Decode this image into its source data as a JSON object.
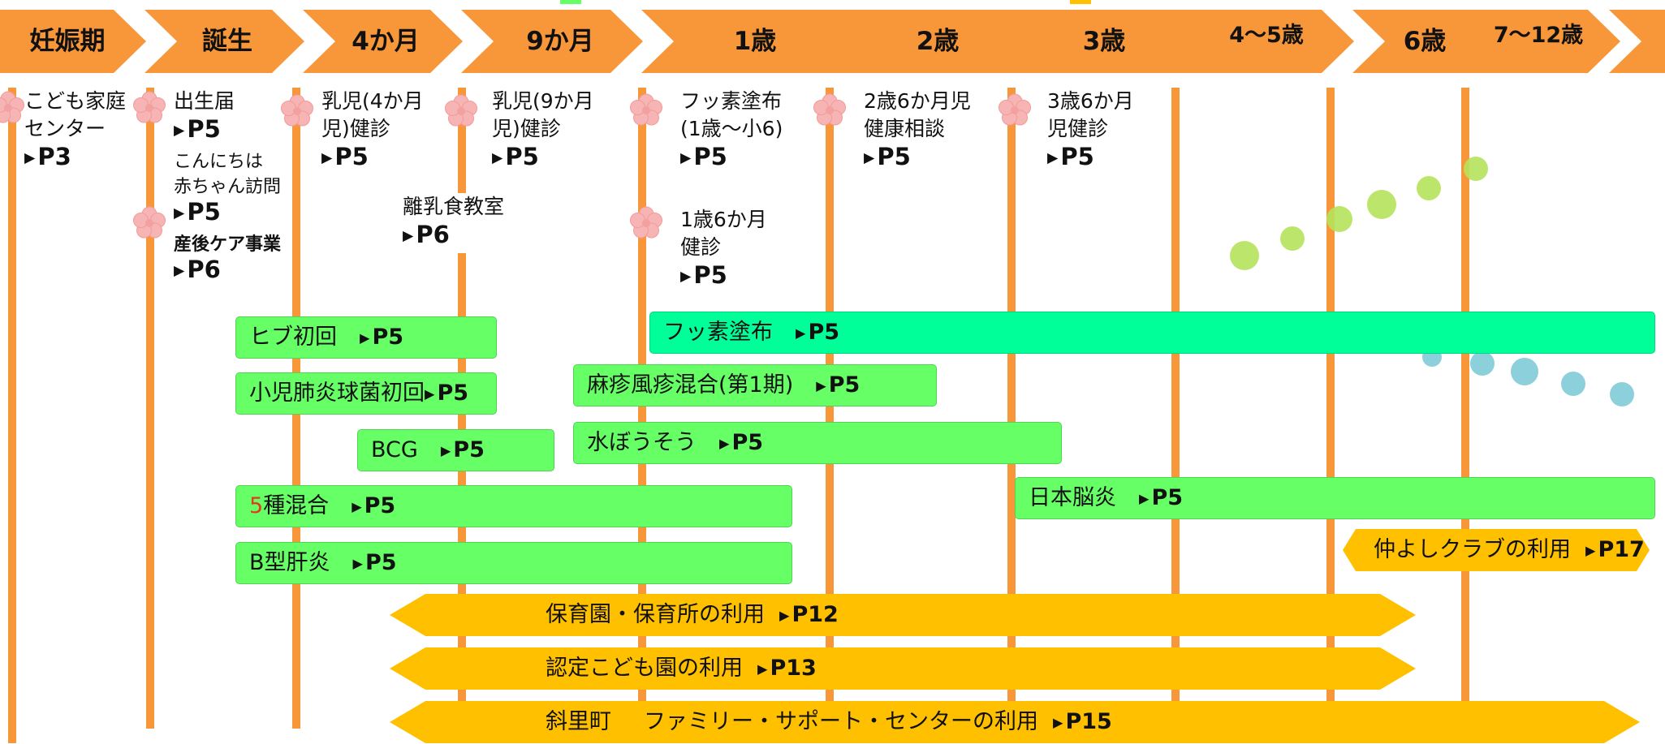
{
  "stages": [
    {
      "label": "妊娠期"
    },
    {
      "label": "誕生"
    },
    {
      "label": "4か月"
    },
    {
      "label": "9か月"
    },
    {
      "label": "1歳"
    },
    {
      "label": "2歳"
    },
    {
      "label": "3歳"
    },
    {
      "label": "4～5歳"
    },
    {
      "label": "6歳"
    },
    {
      "label": "7～12歳"
    }
  ],
  "annotations": {
    "kodomo_center": {
      "line1": "こども家庭",
      "line2": "センター",
      "ref": "P3"
    },
    "birth_report": {
      "line1": "出生届",
      "ref": "P5"
    },
    "baby_visit": {
      "line1": "こんにちは",
      "line2": "赤ちゃん訪問",
      "ref": "P5"
    },
    "postpartum": {
      "line1": "産後ケア事業",
      "ref": "P6"
    },
    "checkup_4m": {
      "line1": "乳児(4か月",
      "line2": "児)健診",
      "ref": "P5"
    },
    "checkup_9m": {
      "line1": "乳児(9か月",
      "line2": "児)健診",
      "ref": "P5"
    },
    "weaning_class": {
      "line1": "離乳食教室",
      "ref": "P6"
    },
    "fluoride": {
      "line1": "フッ素塗布",
      "line2": "(1歳～小6)",
      "ref": "P5"
    },
    "checkup_1y6m": {
      "line1": "1歳6か月",
      "line2": "健診",
      "ref": "P5"
    },
    "consult_2y6m": {
      "line1": "2歳6か月児",
      "line2": "健康相談",
      "ref": "P5"
    },
    "checkup_3y6m": {
      "line1": "3歳6か月",
      "line2": "児健診",
      "ref": "P5"
    }
  },
  "bars": {
    "hib": {
      "label": "ヒブ初回",
      "ref": "P5"
    },
    "pneumococcal": {
      "label": "小児肺炎球菌初回",
      "ref": "P5"
    },
    "bcg": {
      "label": "BCG",
      "ref": "P5"
    },
    "five_mixed_num": "5",
    "five_mixed": {
      "label": "種混合",
      "ref": "P5"
    },
    "hepatitis_b": {
      "label": "B型肝炎",
      "ref": "P5"
    },
    "fluoride_bar": {
      "label": "フッ素塗布",
      "ref": "P5"
    },
    "mr": {
      "label": "麻疹風疹混合(第1期)",
      "ref": "P5"
    },
    "varicella": {
      "label": "水ぼうそう",
      "ref": "P5"
    },
    "je": {
      "label": "日本脳炎",
      "ref": "P5"
    }
  },
  "services": {
    "nakayoshi": {
      "label": "仲よしクラブの利用",
      "ref": "P17"
    },
    "nursery": {
      "label": "保育園・保育所の利用",
      "ref": "P12"
    },
    "kodomoen": {
      "label": "認定こども園の利用",
      "ref": "P13"
    },
    "family_support_town": "斜里町",
    "family_support": {
      "label": "ファミリー・サポート・センターの利用",
      "ref": "P15"
    }
  },
  "colors": {
    "stage_arrow": "#f7973a",
    "timeline": "#f7973a",
    "vaccine_bar": "#66ff66",
    "fluoride_bar": "#00ff99",
    "service_bar": "#ffc000",
    "flower": "#f7b4b4",
    "dot_green": "#b5e35b",
    "dot_blue": "#7fcbd8",
    "accent_red": "#e23b1b"
  },
  "icons": {
    "marker": "flower-icon",
    "pointer": "triangle-right-icon"
  }
}
